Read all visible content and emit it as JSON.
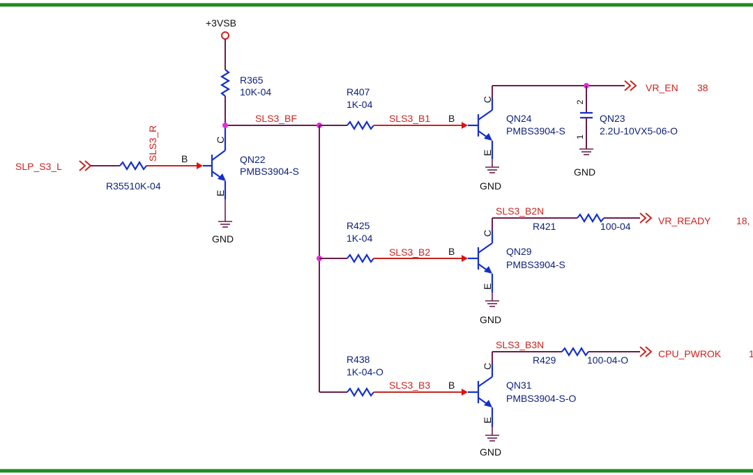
{
  "power": {
    "name": "+3VSB"
  },
  "nets": {
    "slp_s3_l": "SLP_S3_L",
    "sls3_r": "SLS3_R",
    "sls3_bf": "SLS3_BF",
    "sls3_b1": "SLS3_B1",
    "sls3_b2": "SLS3_B2",
    "sls3_b3": "SLS3_B3",
    "sls3_b2n": "SLS3_B2N",
    "sls3_b3n": "SLS3_B3N"
  },
  "offpage": {
    "vr_en": {
      "name": "VR_EN",
      "ref": "38"
    },
    "vr_ready": {
      "name": "VR_READY",
      "ref": "18,"
    },
    "cpu_pwrok": {
      "name": "CPU_PWROK",
      "ref": "1"
    }
  },
  "resistors": {
    "r355": {
      "label": "R35510K-04"
    },
    "r365": {
      "ref": "R365",
      "value": "10K-04"
    },
    "r407": {
      "ref": "R407",
      "value": "1K-04"
    },
    "r425": {
      "ref": "R425",
      "value": "1K-04"
    },
    "r438": {
      "ref": "R438",
      "value": "1K-04-O"
    },
    "r421": {
      "ref": "R421",
      "value": "100-04"
    },
    "r429": {
      "ref": "R429",
      "value": "100-04-O"
    }
  },
  "transistors": {
    "qn22": {
      "ref": "QN22",
      "part": "PMBS3904-S"
    },
    "qn24": {
      "ref": "QN24",
      "part": "PMBS3904-S"
    },
    "qn29": {
      "ref": "QN29",
      "part": "PMBS3904-S"
    },
    "qn31": {
      "ref": "QN31",
      "part": "PMBS3904-S-O"
    }
  },
  "capacitor": {
    "ref": "QN23",
    "value": "2.2U-10VX5-06-O",
    "pin1": "1",
    "pin2": "2"
  },
  "pins": {
    "base": "B",
    "collector": "C",
    "emitter": "E"
  },
  "ground": "GND",
  "colors": {
    "wire": "#6b1b4a",
    "net_label": "#c8231e",
    "component": "#1530c8",
    "junction": "#e52ddc",
    "border": "#1f8a1f"
  }
}
